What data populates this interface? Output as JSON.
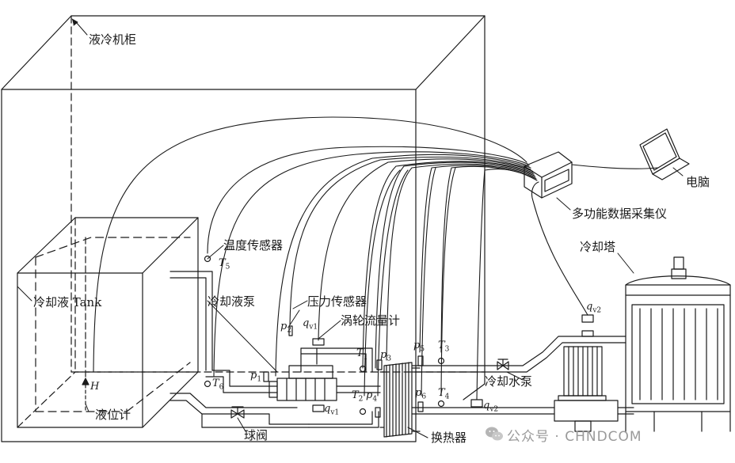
{
  "labels": {
    "cabinet": "液冷机柜",
    "computer": "电脑",
    "daq": "多功能数据采集仪",
    "cooling_tower": "冷却塔",
    "temp_sensor": "温度传感器",
    "tank": "冷却液 Tank",
    "coolant_pump": "冷却液泵",
    "pressure_sensor": "压力传感器",
    "turbine_flowmeter": "涡轮流量计",
    "cooling_water_pump": "冷却水泵",
    "level_gauge": "液位计",
    "ball_valve": "球阀",
    "heat_exchanger": "换热器"
  },
  "symbols": {
    "T1": {
      "base": "T",
      "sub": "1"
    },
    "T2": {
      "base": "T",
      "sub": "2"
    },
    "T3": {
      "base": "T",
      "sub": "3"
    },
    "T4": {
      "base": "T",
      "sub": "4"
    },
    "T5": {
      "base": "T",
      "sub": "5"
    },
    "T6": {
      "base": "T",
      "sub": "6"
    },
    "p1": {
      "base": "p",
      "sub": "1"
    },
    "p2": {
      "base": "p",
      "sub": "2"
    },
    "p3": {
      "base": "p",
      "sub": "3"
    },
    "p4": {
      "base": "p",
      "sub": "4"
    },
    "p5": {
      "base": "p",
      "sub": "5"
    },
    "p6": {
      "base": "p",
      "sub": "6"
    },
    "qv1_top": {
      "base": "q",
      "sub": "v1"
    },
    "qv1_bottom": {
      "base": "q",
      "sub": "v1"
    },
    "qv2_top": {
      "base": "q",
      "sub": "v2"
    },
    "qv2_bottom": {
      "base": "q",
      "sub": "v2"
    },
    "H": {
      "base": "H",
      "sub": ""
    }
  },
  "watermark": {
    "text": "公众号 · CHNDCOM"
  },
  "colors": {
    "line": "#1a1a1a",
    "watermark": "#9a9a9a"
  }
}
